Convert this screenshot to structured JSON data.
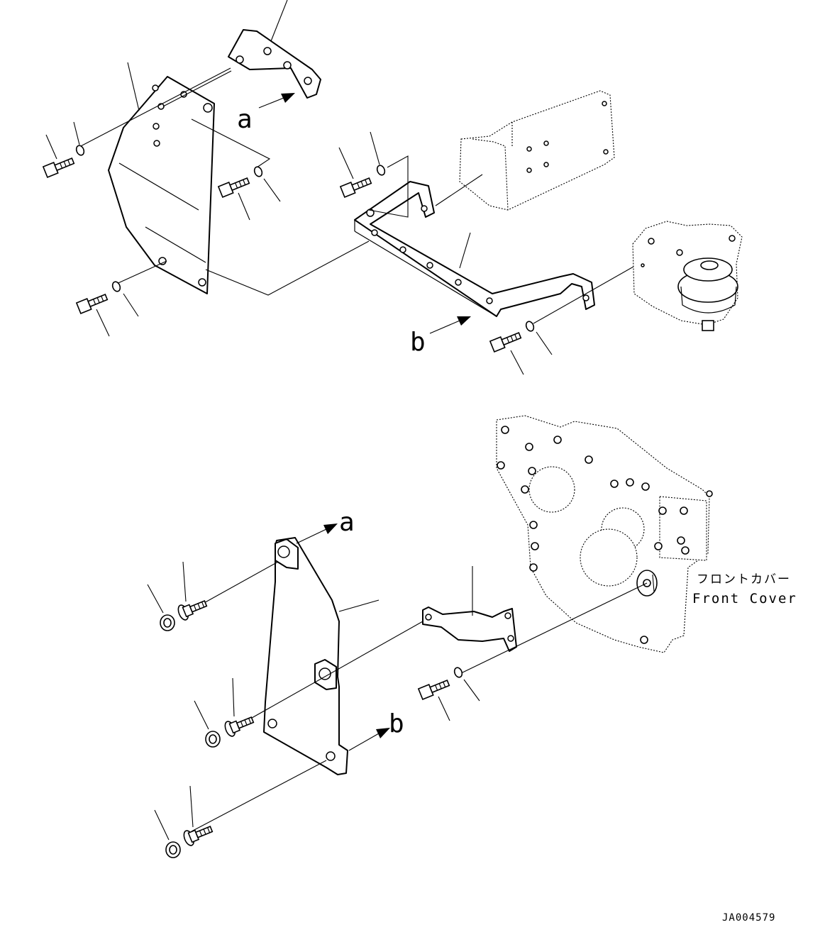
{
  "callouts": {
    "a_top": "a",
    "b_top": "b",
    "a_bottom": "a",
    "b_bottom": "b"
  },
  "front_cover": {
    "label_jp": "フロントカバー",
    "label_en": "Front Cover"
  },
  "drawing_code": "JA004579"
}
